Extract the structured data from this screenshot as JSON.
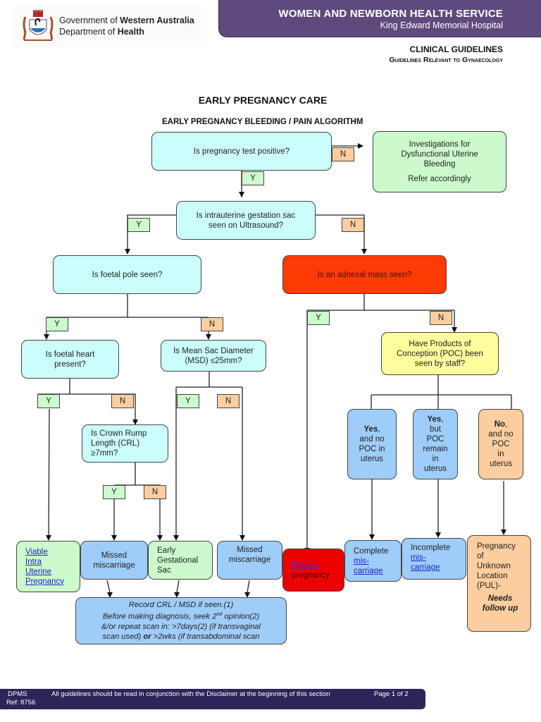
{
  "header": {
    "gov_prefix": "Government of ",
    "gov_bold": "Western Australia",
    "dept_prefix": "Department of ",
    "dept_bold": "Health",
    "service_title": "WOMEN AND NEWBORN HEALTH SERVICE",
    "hospital": "King Edward Memorial Hospital",
    "clinical_guidelines": "CLINICAL GUIDELINES",
    "guidelines_relevant": "Guidelines Relevant to Gynaecology"
  },
  "page_title": "EARLY PREGNANCY CARE",
  "algorithm_title": "EARLY PREGNANCY BLEEDING / PAIN ALGORITHM",
  "labels": {
    "yes": "Y",
    "no": "N"
  },
  "nodes": {
    "pregnancy_test": "Is pregnancy test positive?",
    "dub_line1": "Investigations for",
    "dub_line2": "Dysfunctional Uterine",
    "dub_line3": "Bleeding",
    "dub_refer": "Refer accordingly",
    "gestation_sac_line1": "Is intrauterine gestation sac",
    "gestation_sac_line2": "seen on Ultrasound?",
    "foetal_pole": "Is foetal pole seen?",
    "adnexal_mass": "Is an adnexal mass seen?",
    "foetal_heart_line1": "Is foetal heart",
    "foetal_heart_line2": "present?",
    "msd_line1": "Is Mean Sac Diameter",
    "msd_line2": "(MSD) ≤25mm?",
    "poc_line1": "Have Products of",
    "poc_line2": "Conception (POC) been",
    "poc_line3": "seen by staff?",
    "crl_line1": "Is Crown Rump",
    "crl_line2": "Length (CRL)",
    "crl_line3": "≥7mm?",
    "poc_yes_none": {
      "bold": "Yes",
      "rest1": ",",
      "l2": "and no",
      "l3": "POC in",
      "l4": "uterus"
    },
    "poc_yes_remain": {
      "bold": "Yes",
      "rest1": ",",
      "l2": "but",
      "l3": "POC",
      "l4": "remain",
      "l5": "in",
      "l6": "uterus"
    },
    "poc_no": {
      "bold": "No",
      "rest1": ",",
      "l2": "and no",
      "l3": "POC",
      "l4": "in",
      "l5": "uterus"
    }
  },
  "outcomes": {
    "viable": [
      "Viable",
      "Intra",
      "Uterine",
      "Pregnancy"
    ],
    "missed1_l1": "Missed",
    "missed1_l2": "miscarriage",
    "early_sac": [
      "Early",
      "Gestational",
      "Sac"
    ],
    "missed2_l1": "Missed",
    "missed2_l2": "miscarriage",
    "ectopic_link": "Ectopic",
    "ectopic_rest": "pregnancy",
    "complete_l1": "Complete",
    "complete_link1": "mis-",
    "complete_link2": "carriage",
    "incomplete_l1": "Incomplete",
    "incomplete_link1": "mis-",
    "incomplete_link2": "carriage",
    "pul": [
      "Pregnancy",
      "of",
      "Unknown",
      "Location",
      "(PUL)-"
    ],
    "pul_follow1": "Needs",
    "pul_follow2": "follow up"
  },
  "record_note": {
    "line1": "Record CRL / MSD if seen.(1)",
    "line2_a": "Before making diagnosis, seek 2",
    "line2_sup": "nd",
    "line2_b": " opinion(2)",
    "line3": "&/or repeat scan in: >7days(2) (if transvaginal",
    "line4_a": "scan used) ",
    "line4_bold": "or",
    "line4_b": " >2wks (if transabdominal scan"
  },
  "footer": {
    "dpms": "DPMS",
    "ref": "Ref: 8756",
    "disclaimer": "All guidelines should be read in conjunction with the Disclaimer at the beginning of this section",
    "page": "Page 1 of  2"
  },
  "colors": {
    "header_band": "#5e4a7c",
    "footer_band": "#2d2559",
    "question": "#ccfdfd",
    "yes_tag": "#ccfacc",
    "no_tag": "#fcce9f",
    "adnexal": "#fe3a05",
    "ectopic": "#ec0000",
    "poc_question": "#fdfd9d",
    "outcome_blue": "#9fcdf9"
  }
}
